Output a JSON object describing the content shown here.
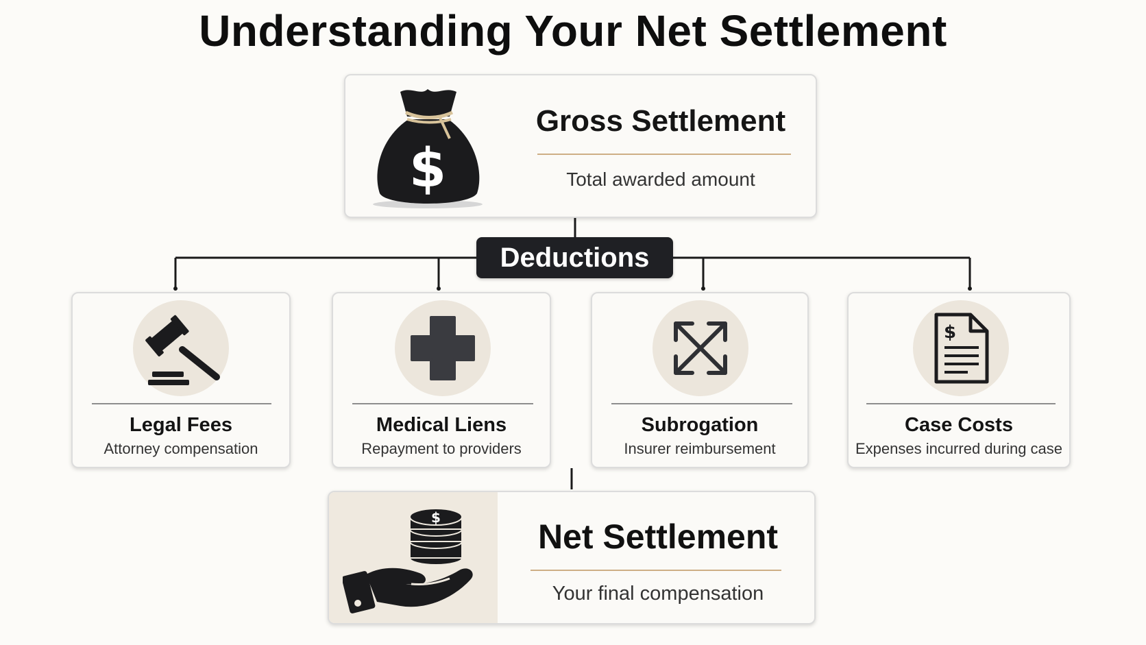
{
  "title": "Understanding Your Net Settlement",
  "gross": {
    "title": "Gross Settlement",
    "subtitle": "Total awarded amount",
    "icon": "money-bag-icon"
  },
  "deductions_label": "Deductions",
  "deductions": [
    {
      "title": "Legal Fees",
      "subtitle": "Attorney compensation",
      "icon": "gavel-icon"
    },
    {
      "title": "Medical Liens",
      "subtitle": "Repayment to providers",
      "icon": "medical-cross-icon"
    },
    {
      "title": "Subrogation",
      "subtitle": "Insurer reimbursement",
      "icon": "arrows-expand-icon"
    },
    {
      "title": "Case Costs",
      "subtitle": "Expenses incurred during case",
      "icon": "invoice-document-icon"
    }
  ],
  "net": {
    "title": "Net Settlement",
    "subtitle": "Your final compensation",
    "icon": "hand-coins-icon"
  },
  "colors": {
    "accent_rule": "#cdae85",
    "badge_bg": "#1f2024",
    "icon_circle": "#ece6dc",
    "icon_dark": "#1b1b1d"
  }
}
